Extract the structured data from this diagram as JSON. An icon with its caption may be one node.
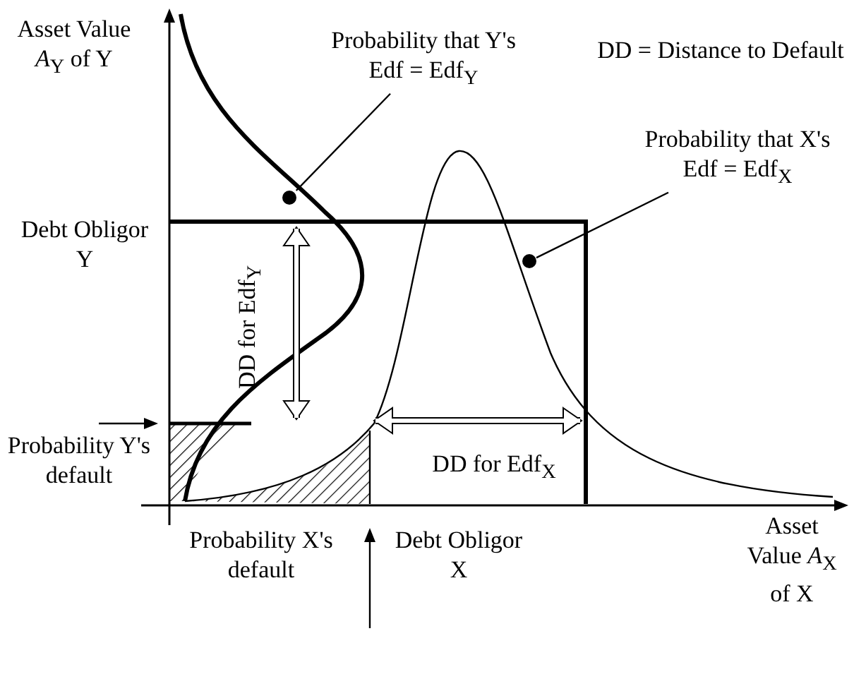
{
  "diagram": {
    "nodes": [
      {
        "text": [
          "Probability that Y's Edf = Edf$_{Y}$"
        ]
      },
      {
        "text": [],
        "shape": "circle"
      },
      {
        "text": [
          "Probability that X's Edf = Edf$_{X}$"
        ]
      },
      {
        "text": [],
        "shape": "circle"
      }
    ],
    "edges": [
      {
        "from": 0,
        "to": 1,
        "arrow": "none"
      },
      {
        "from": 2,
        "to": 3,
        "arrow": "none"
      }
    ],
    "labels": [
      "Asset Value *A*$_{Y}$ of Y",
      "DD = Distance to Default",
      "Debt Obligor Y",
      "DD for Edf$_{Y}$",
      "Probability Y's default",
      "Asset Value *A*$_{X}$ of X",
      "DD for Edf$_{X}$",
      "Probability X's default",
      "Debt Obligor X"
    ]
  }
}
